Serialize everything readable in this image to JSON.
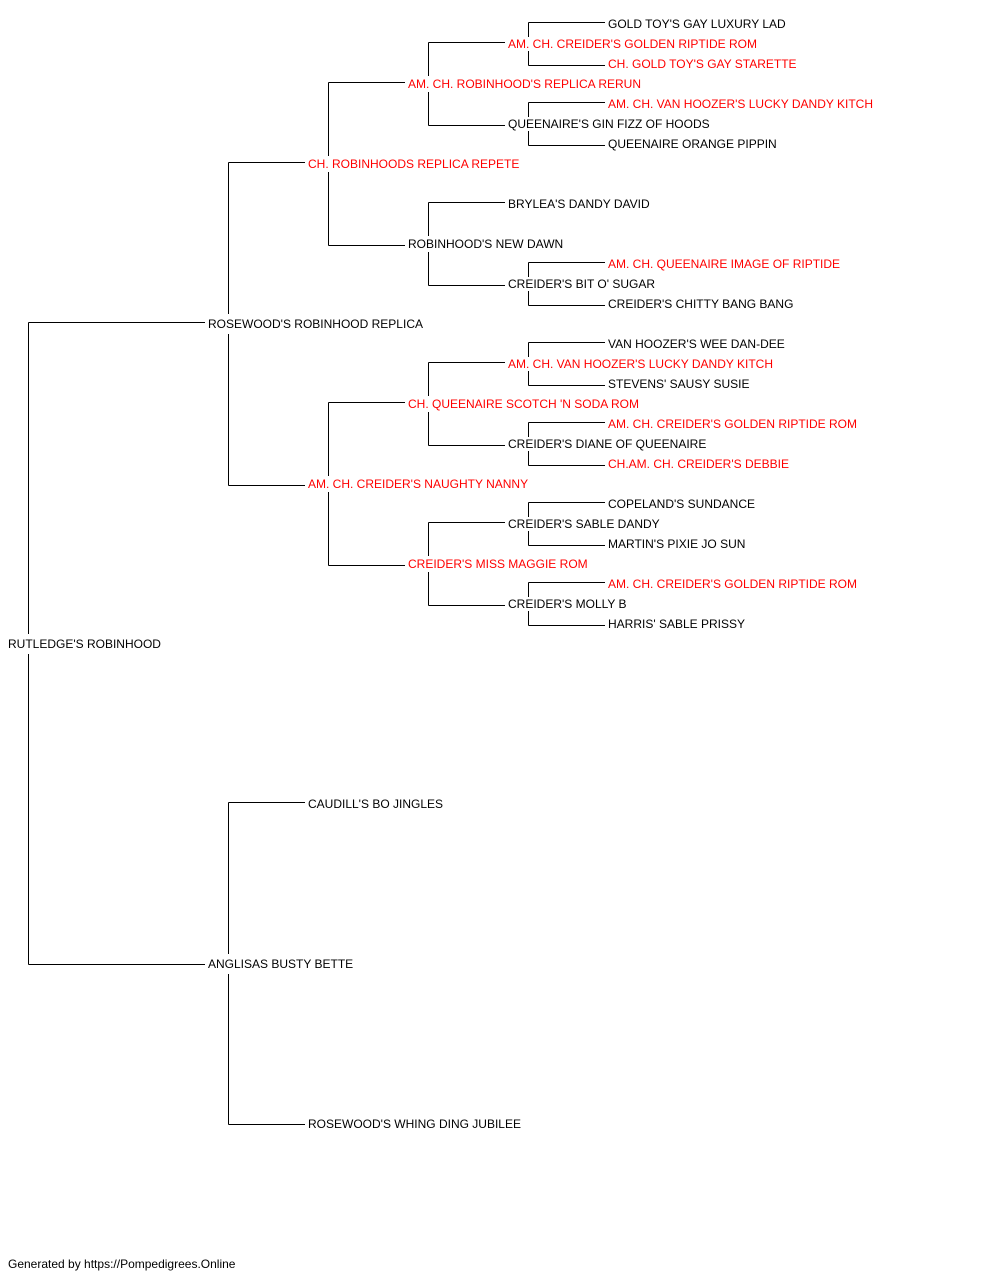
{
  "colors": {
    "line": "#000000",
    "text": "#000000",
    "titled": "#ff0000"
  },
  "pedigree": {
    "subject": {
      "name": "RUTLEDGE'S ROBINHOOD",
      "titled": false
    },
    "sire": {
      "name": "ROSEWOOD'S ROBINHOOD REPLICA",
      "titled": false
    },
    "dam": {
      "name": "ANGLISAS BUSTY BETTE",
      "titled": false
    },
    "sire_sire": {
      "name": "CH. ROBINHOODS REPLICA REPETE",
      "titled": true
    },
    "sire_dam": {
      "name": "AM. CH. CREIDER'S NAUGHTY NANNY",
      "titled": true
    },
    "dam_sire": {
      "name": "CAUDILL'S BO JINGLES",
      "titled": false
    },
    "dam_dam": {
      "name": "ROSEWOOD'S WHING DING JUBILEE",
      "titled": false
    },
    "gen3": [
      {
        "name": "AM. CH. ROBINHOOD'S REPLICA RERUN",
        "titled": true
      },
      {
        "name": "ROBINHOOD'S NEW DAWN",
        "titled": false
      },
      {
        "name": "CH. QUEENAIRE SCOTCH 'N SODA ROM",
        "titled": true
      },
      {
        "name": "CREIDER'S MISS MAGGIE ROM",
        "titled": true
      }
    ],
    "gen4": [
      {
        "name": "AM. CH. CREIDER'S GOLDEN RIPTIDE ROM",
        "titled": true
      },
      {
        "name": "QUEENAIRE'S GIN FIZZ OF HOODS",
        "titled": false
      },
      {
        "name": "BRYLEA'S DANDY DAVID",
        "titled": false
      },
      {
        "name": "CREIDER'S BIT O' SUGAR",
        "titled": false
      },
      {
        "name": "AM. CH. VAN HOOZER'S LUCKY DANDY KITCH",
        "titled": true
      },
      {
        "name": "CREIDER'S DIANE OF QUEENAIRE",
        "titled": false
      },
      {
        "name": "CREIDER'S SABLE DANDY",
        "titled": false
      },
      {
        "name": "CREIDER'S MOLLY B",
        "titled": false
      }
    ],
    "gen5": [
      {
        "name": "GOLD TOY'S GAY LUXURY LAD",
        "titled": false
      },
      {
        "name": "CH. GOLD TOY'S GAY STARETTE",
        "titled": true
      },
      {
        "name": "AM. CH. VAN HOOZER'S LUCKY DANDY KITCH",
        "titled": true
      },
      {
        "name": "QUEENAIRE ORANGE PIPPIN",
        "titled": false
      },
      {
        "name": "",
        "titled": false
      },
      {
        "name": "",
        "titled": false
      },
      {
        "name": "AM. CH. QUEENAIRE IMAGE OF RIPTIDE",
        "titled": true
      },
      {
        "name": "CREIDER'S CHITTY BANG BANG",
        "titled": false
      },
      {
        "name": "VAN HOOZER'S WEE DAN-DEE",
        "titled": false
      },
      {
        "name": "STEVENS' SAUSY SUSIE",
        "titled": false
      },
      {
        "name": "AM. CH. CREIDER'S GOLDEN RIPTIDE ROM",
        "titled": true
      },
      {
        "name": "CH.AM. CH. CREIDER'S DEBBIE",
        "titled": true
      },
      {
        "name": "COPELAND'S SUNDANCE",
        "titled": false
      },
      {
        "name": "MARTIN'S PIXIE JO SUN",
        "titled": false
      },
      {
        "name": "AM. CH. CREIDER'S GOLDEN RIPTIDE ROM",
        "titled": true
      },
      {
        "name": "HARRIS' SABLE PRISSY",
        "titled": false
      }
    ]
  },
  "footer": {
    "text": "Generated by https://Pompedigrees.Online"
  }
}
